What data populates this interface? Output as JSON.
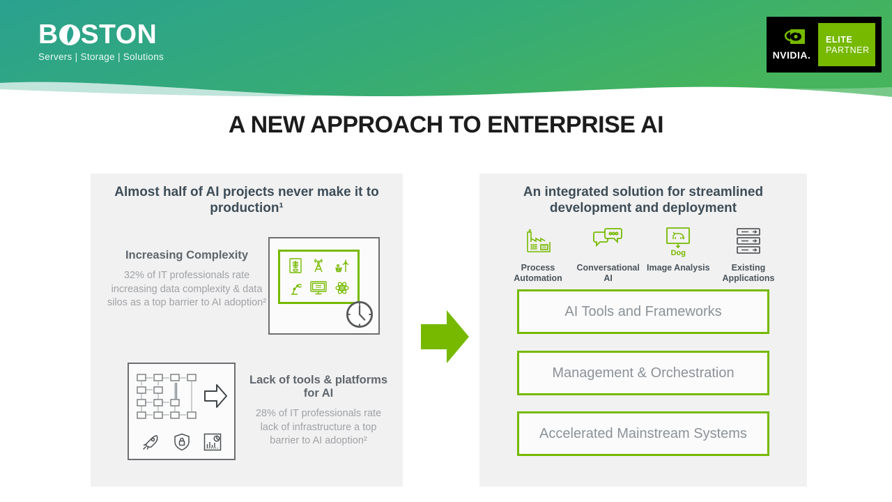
{
  "header": {
    "logo": {
      "part1": "B",
      "part2": "STON",
      "tagline": "Servers | Storage | Solutions"
    },
    "badge": {
      "brand": "NVIDIA.",
      "tier_line1": "ELITE",
      "tier_line2": "PARTNER"
    }
  },
  "title": "A NEW APPROACH TO ENTERPRISE AI",
  "left_panel": {
    "heading": "Almost half of AI projects never make it to production¹",
    "complexity": {
      "heading": "Increasing Complexity",
      "body": "32% of IT professionals rate increasing data complexity & data silos as a top barrier to AI adoption²"
    },
    "tools": {
      "heading": "Lack of tools & platforms for AI",
      "body": "28% of IT professionals rate lack of infrastructure a top barrier to AI adoption²"
    }
  },
  "right_panel": {
    "heading": "An integrated solution for streamlined development and deployment",
    "use_cases": [
      {
        "label": "Process Automation",
        "icon": "factory-icon"
      },
      {
        "label": "Conversational AI",
        "icon": "chat-bubbles-icon"
      },
      {
        "label": "Image Analysis",
        "icon": "image-analysis-icon",
        "icon_caption": "Dog"
      },
      {
        "label": "Existing Applications",
        "icon": "server-stack-icon"
      }
    ],
    "layers": [
      "AI Tools and Frameworks",
      "Management & Orchestration",
      "Accelerated Mainstream Systems"
    ]
  },
  "colors": {
    "nvidia_green": "#76b900",
    "gradient_start": "#2aa18f",
    "gradient_end": "#45b45c",
    "panel_bg": "#f1f1f2"
  }
}
